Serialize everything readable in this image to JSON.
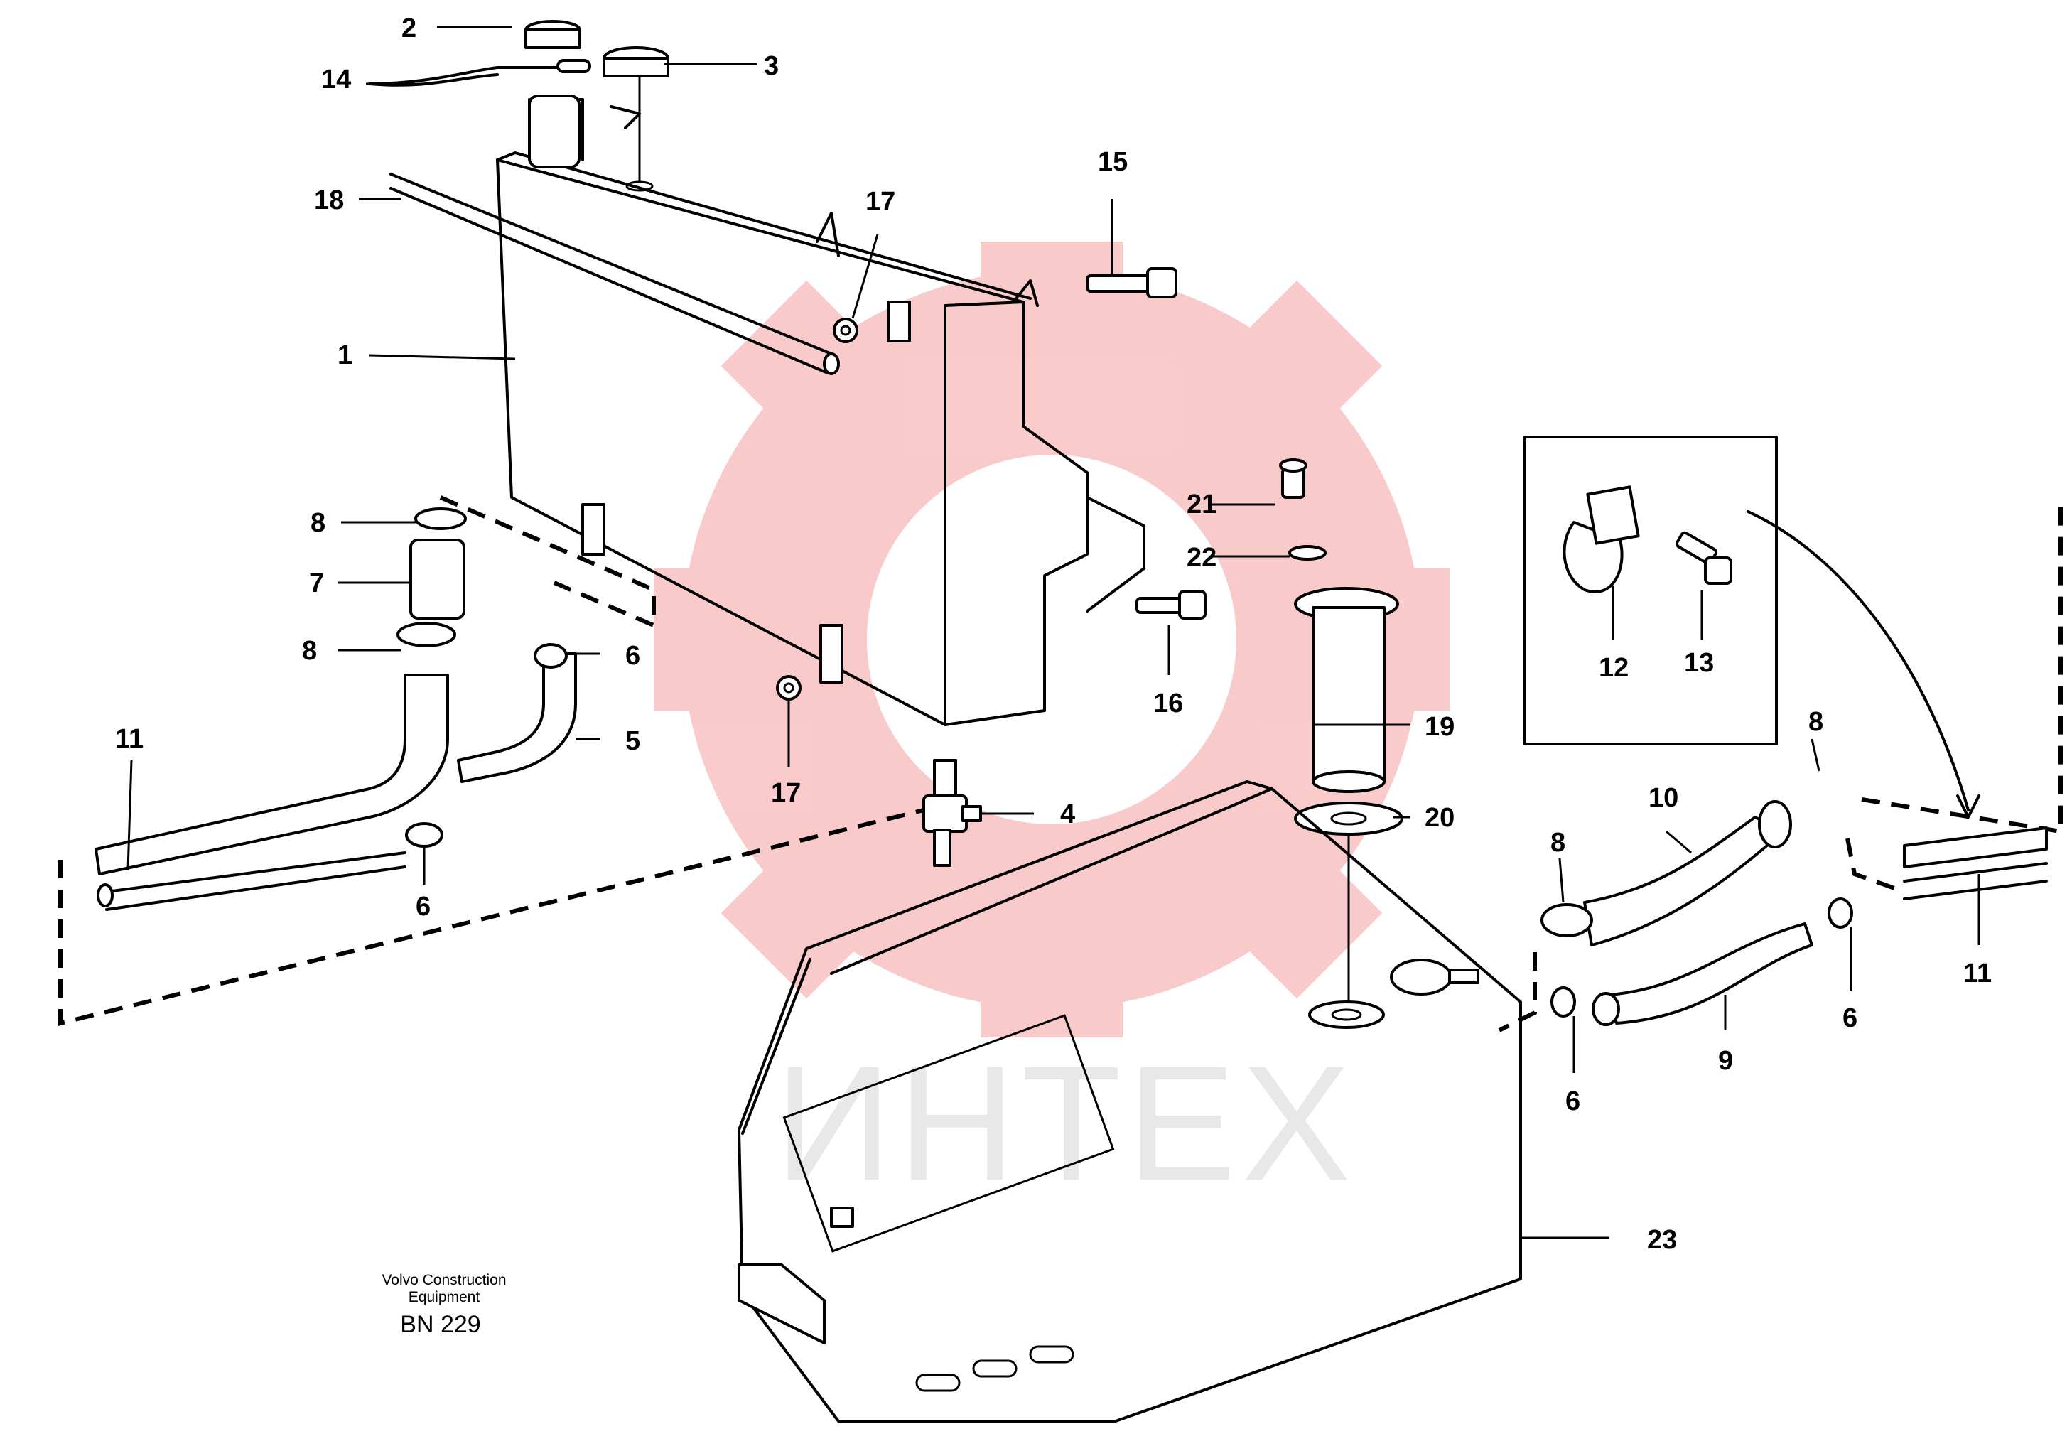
{
  "diagram": {
    "part_labels": {
      "l1": "1",
      "l2": "2",
      "l3": "3",
      "l4": "4",
      "l5": "5",
      "l6a": "6",
      "l6b": "6",
      "l6c": "6",
      "l6d": "6",
      "l7": "7",
      "l8a": "8",
      "l8b": "8",
      "l8c": "8",
      "l8d": "8",
      "l9": "9",
      "l10": "10",
      "l11a": "11",
      "l11b": "11",
      "l12": "12",
      "l13": "13",
      "l14": "14",
      "l15": "15",
      "l16": "16",
      "l17a": "17",
      "l17b": "17",
      "l18": "18",
      "l19": "19",
      "l20": "20",
      "l21": "21",
      "l22": "22",
      "l23": "23"
    },
    "caption": {
      "line1": "Volvo Construction",
      "line2": "Equipment",
      "code": "BN 229"
    },
    "watermark": {
      "text": "ИНТЕХ",
      "color": "#f4a0a0"
    }
  }
}
